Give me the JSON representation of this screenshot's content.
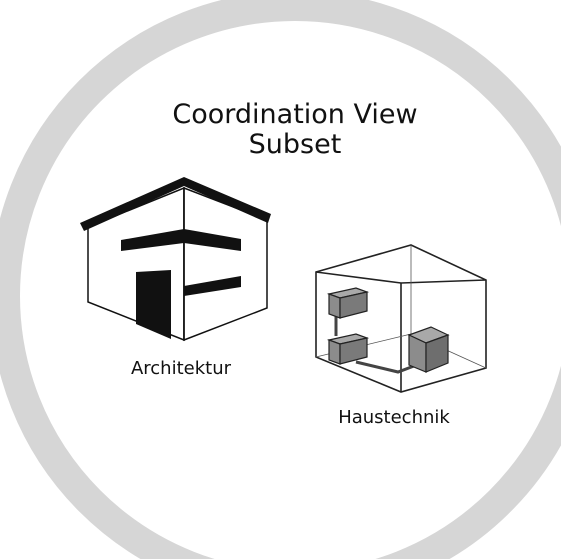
{
  "diagram": {
    "title_line1": "Coordination View",
    "title_line2": "Subset",
    "architecture_label": "Architektur",
    "building_services_label": "Haustechnik"
  },
  "colors": {
    "ring": "#d6d6d6",
    "background": "#ffffff",
    "ink": "#111111",
    "equipment": "#8c8c8c",
    "equipment_dark": "#666666",
    "equipment_light": "#a9a9a9"
  }
}
